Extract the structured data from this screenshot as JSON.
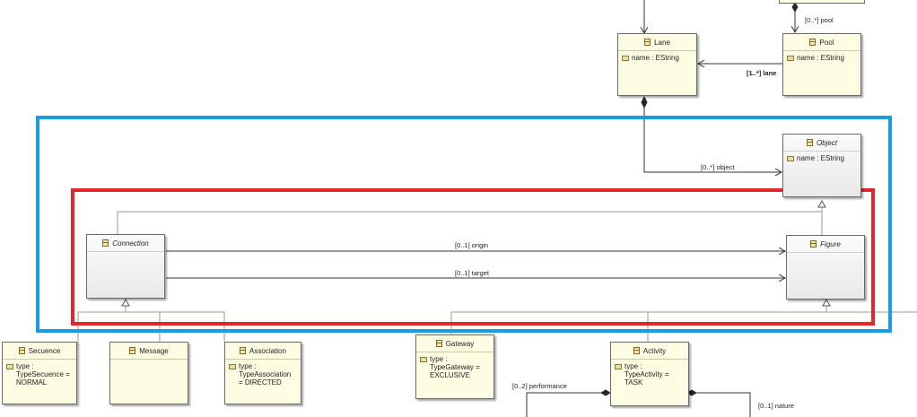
{
  "nodes": {
    "lane": {
      "name": "Lane",
      "attrs": [
        "name : EString"
      ]
    },
    "pool": {
      "name": "Pool",
      "attrs": [
        "name : EString"
      ]
    },
    "object": {
      "name": "Object",
      "attrs": [
        "name : EString"
      ]
    },
    "connection": {
      "name": "Connection",
      "attrs": []
    },
    "figure": {
      "name": "Figure",
      "attrs": []
    },
    "secuence": {
      "name": "Secuence",
      "attrs": [
        "type :\nTypeSecuence =\nNORMAL"
      ]
    },
    "message": {
      "name": "Message",
      "attrs": []
    },
    "association": {
      "name": "Association",
      "attrs": [
        "type :\nTypeAssociation\n= DIRECTED"
      ]
    },
    "gateway": {
      "name": "Gateway",
      "attrs": [
        "type :\nTypeGateway =\nEXCLUSIVE"
      ]
    },
    "activity": {
      "name": "Activity",
      "attrs": [
        "type :\nTypeActivity =\nTASK"
      ]
    }
  },
  "edge_labels": {
    "pool_ref": "[0..*] pool",
    "lane_ref": "[1..*] lane",
    "object_ref": "[0..*] object",
    "origin_ref": "[0..1] origin",
    "target_ref": "[0..1] target",
    "performance_ref": "[0..2] performance",
    "nature_ref": "[0..1] nature"
  },
  "colors": {
    "class_fill": "#fdfde3",
    "abstract_fill": "#f0f0f0",
    "highlight_blue": "#1a9de0",
    "highlight_red": "#e3252c"
  }
}
